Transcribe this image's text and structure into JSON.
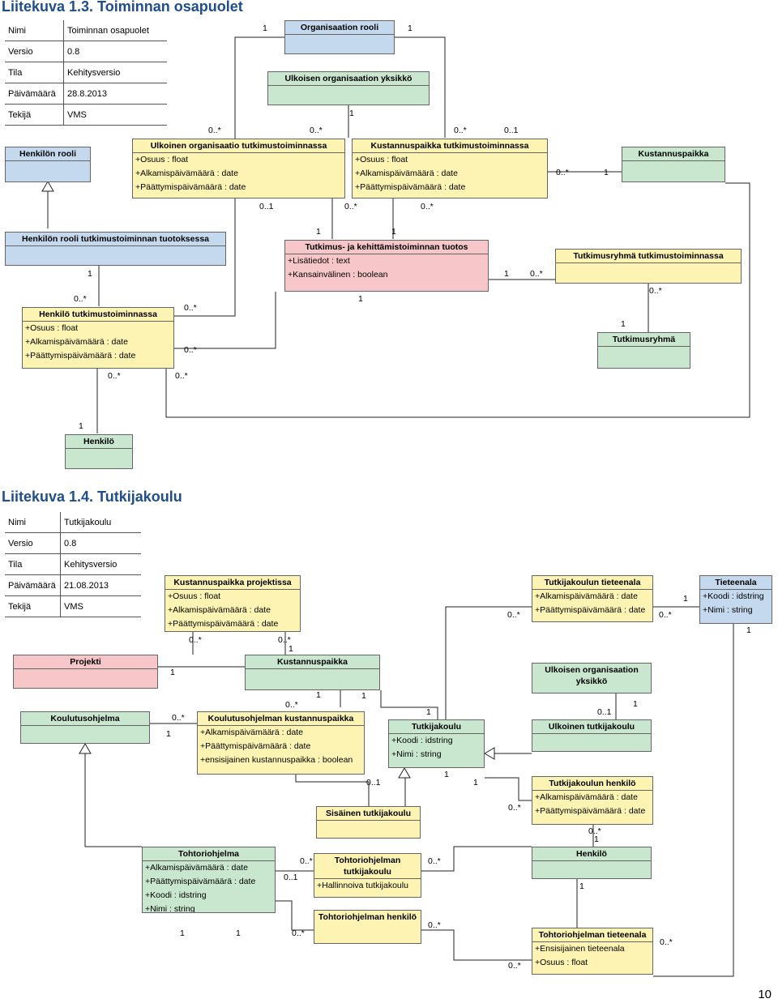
{
  "s1": {
    "title": "Liitekuva 1.3. Toiminnan osapuolet",
    "meta": [
      [
        "Nimi",
        "Toiminnan osapuolet"
      ],
      [
        "Versio",
        "0.8"
      ],
      [
        "Tila",
        "Kehitysversio"
      ],
      [
        "Päivämäärä",
        "28.8.2013"
      ],
      [
        "Tekijä",
        "VMS"
      ]
    ],
    "classes": {
      "org_rooli": {
        "title": "Organisaation rooli",
        "attrs": []
      },
      "ulk_org_yks": {
        "title": "Ulkoisen organisaation yksikkö",
        "attrs": []
      },
      "henk_rooli": {
        "title": "Henkilön rooli",
        "attrs": []
      },
      "ulk_org_tk": {
        "title": "Ulkoinen organisaatio tutkimustoiminnassa",
        "attrs": [
          "+Osuus : float",
          "+Alkamispäivämäärä : date",
          "+Päättymispäivämäärä : date"
        ]
      },
      "kp_tk": {
        "title": "Kustannuspaikka tutkimustoiminnassa",
        "attrs": [
          "+Osuus : float",
          "+Alkamispäivämäärä : date",
          "+Päättymispäivämäärä : date"
        ]
      },
      "kustannuspaikka": {
        "title": "Kustannuspaikka",
        "attrs": []
      },
      "hr_tuotos": {
        "title": "Henkilön rooli tutkimustoiminnan tuotoksessa",
        "attrs": []
      },
      "tk_tuotos": {
        "title": "Tutkimus- ja kehittämistoiminnan tuotos",
        "attrs": [
          "+Lisätiedot : text",
          "+Kansainvälinen : boolean"
        ]
      },
      "tr_tk": {
        "title": "Tutkimusryhmä tutkimustoiminnassa",
        "attrs": []
      },
      "henk_tk": {
        "title": "Henkilö tutkimustoiminnassa",
        "attrs": [
          "+Osuus : float",
          "+Alkamispäivämäärä : date",
          "+Päättymispäivämäärä : date"
        ]
      },
      "tutkimusryhma": {
        "title": "Tutkimusryhmä",
        "attrs": []
      },
      "henkilo": {
        "title": "Henkilö",
        "attrs": []
      }
    },
    "mults": [
      "1",
      "1",
      "1",
      "0..*",
      "0..*",
      "0..*",
      "0..1",
      "0..*",
      "1",
      "0..1",
      "0..*",
      "0..*",
      "1",
      "1",
      "1",
      "0..*",
      "0..*",
      "1",
      "0..*",
      "1",
      "0..*",
      "0..*",
      "0..*",
      "0..*",
      "1"
    ]
  },
  "s2": {
    "title": "Liitekuva 1.4. Tutkijakoulu",
    "meta": [
      [
        "Nimi",
        "Tutkijakoulu"
      ],
      [
        "Versio",
        "0.8"
      ],
      [
        "Tila",
        "Kehitysversio"
      ],
      [
        "Päivämäärä",
        "21.08.2013"
      ],
      [
        "Tekijä",
        "VMS"
      ]
    ],
    "classes": {
      "kp_proj": {
        "title": "Kustannuspaikka projektissa",
        "attrs": [
          "+Osuus : float",
          "+Alkamispäivämäärä : date",
          "+Päättymispäivämäärä : date"
        ]
      },
      "tk_tieteenala": {
        "title": "Tutkijakoulun tieteenala",
        "attrs": [
          "+Alkamispäivämäärä : date",
          "+Päättymispäivämäärä : date"
        ]
      },
      "tieteenala": {
        "title": "Tieteenala",
        "attrs": [
          "+Koodi : idstring",
          "+Nimi : string"
        ]
      },
      "projekti": {
        "title": "Projekti",
        "attrs": []
      },
      "kustannuspaikka": {
        "title": "Kustannuspaikka",
        "attrs": []
      },
      "ulk_org_yks": {
        "title": "Ulkoisen organisaation yksikkö",
        "attrs": []
      },
      "koulutusohjelma": {
        "title": "Koulutusohjelma",
        "attrs": []
      },
      "ko_kp": {
        "title": "Koulutusohjelman kustannuspaikka",
        "attrs": [
          "+Alkamispäivämäärä : date",
          "+Päättymispäivämäärä : date",
          "+ensisijainen kustannuspaikka : boolean"
        ]
      },
      "tutkijakoulu": {
        "title": "Tutkijakoulu",
        "attrs": [
          "+Koodi : idstring",
          "+Nimi : string"
        ]
      },
      "ulk_tk": {
        "title": "Ulkoinen tutkijakoulu",
        "attrs": []
      },
      "tk_henkilo": {
        "title": "Tutkijakoulun henkilö",
        "attrs": [
          "+Alkamispäivämäärä : date",
          "+Päättymispäivämäärä : date"
        ]
      },
      "sis_tk": {
        "title": "Sisäinen tutkijakoulu",
        "attrs": []
      },
      "tohtoriohjelma": {
        "title": "Tohtoriohjelma",
        "attrs": [
          "+Alkamispäivämäärä : date",
          "+Päättymispäivämäärä : date",
          "+Koodi : idstring",
          "+Nimi : string"
        ]
      },
      "to_tk": {
        "title": "Tohtoriohjelman tutkijakoulu",
        "attrs": [
          "+Hallinnoiva tutkijakoulu"
        ]
      },
      "henkilo": {
        "title": "Henkilö",
        "attrs": []
      },
      "to_henkilo": {
        "title": "Tohtoriohjelman henkilö",
        "attrs": []
      },
      "to_tieteenala": {
        "title": "Tohtoriohjelman tieteenala",
        "attrs": [
          "+Ensisijainen tieteenala",
          "+Osuus : float"
        ]
      }
    },
    "mults": [
      "0..*",
      "0..*",
      "1",
      "1",
      "0..*",
      "1",
      "1",
      "0..*",
      "1",
      "0..*",
      "1",
      "1",
      "0..1",
      "1",
      "1",
      "0..1",
      "1",
      "1",
      "0..*",
      "0..*",
      "1",
      "0..*",
      "0..1",
      "0..*",
      "0..*",
      "1",
      "1",
      "1",
      "0..*",
      "0..*",
      "0..*",
      "0..*"
    ]
  },
  "page_number": "10"
}
